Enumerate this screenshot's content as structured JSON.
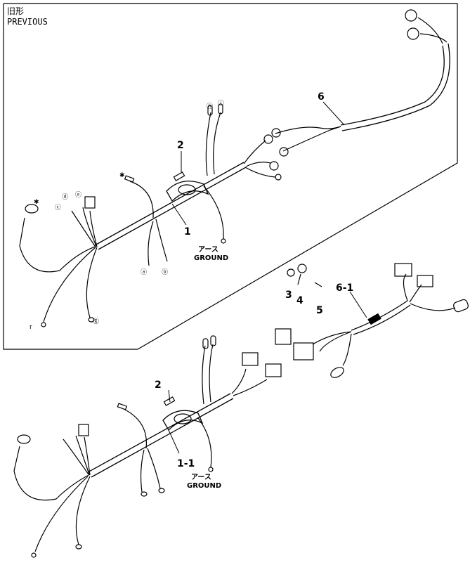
{
  "header": {
    "line1": "旧形",
    "line2": "PREVIOUS"
  },
  "callouts": {
    "top_harness": "1",
    "top_clip": "2",
    "top_sub_harness": "6",
    "bottom_harness": "1-1",
    "bottom_clip": "2",
    "bottom_sub_harness": "6-1",
    "part_3": "3",
    "part_4": "4",
    "part_5": "5"
  },
  "ground_labels": {
    "top_jp": "アース",
    "top_en": "GROUND",
    "bottom_jp": "アース",
    "bottom_en": "GROUND"
  },
  "terminal_marks": {
    "a": "ⓐ",
    "b": "ⓑ",
    "c": "ⓒ",
    "d": "ⓓ",
    "e": "ⓔ",
    "g": "ⓖ",
    "h": "ⓗ",
    "i": "ⓘ",
    "r": "r",
    "star": "✱"
  }
}
